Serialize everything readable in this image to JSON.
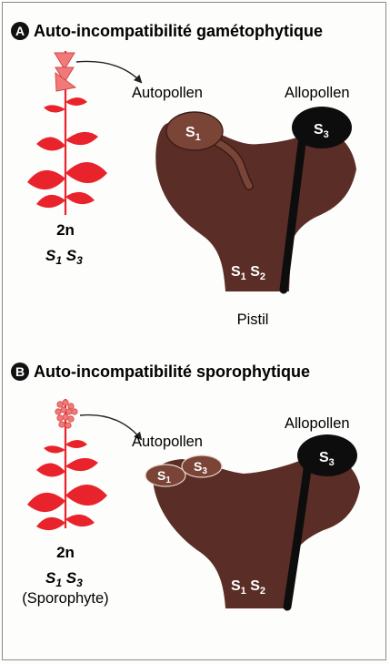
{
  "sections": [
    {
      "letter": "A",
      "title": "Auto-incompatibilité gamétophytique",
      "autopollen_label": "Autopollen",
      "allopollen_label": "Allopollen",
      "pollen_auto": "S",
      "pollen_auto_sub": "1",
      "pollen_allo": "S",
      "pollen_allo_sub": "3",
      "ploidy": "2n",
      "genotype_a": "S",
      "genotype_a_sub": "1",
      "genotype_b": "S",
      "genotype_b_sub": "3",
      "pistil_genotype_a": "S",
      "pistil_genotype_a_sub": "1",
      "pistil_genotype_b": "S",
      "pistil_genotype_b_sub": "2",
      "pistil_label": "Pistil"
    },
    {
      "letter": "B",
      "title": "Auto-incompatibilité sporophytique",
      "autopollen_label": "Autopollen",
      "allopollen_label": "Allopollen",
      "pollen_auto_1": "S",
      "pollen_auto_1_sub": "1",
      "pollen_auto_2": "S",
      "pollen_auto_2_sub": "3",
      "pollen_allo": "S",
      "pollen_allo_sub": "3",
      "ploidy": "2n",
      "genotype_a": "S",
      "genotype_a_sub": "1",
      "genotype_b": "S",
      "genotype_b_sub": "3",
      "plant_note": "(Sporophyte)",
      "pistil_genotype_a": "S",
      "pistil_genotype_a_sub": "1",
      "pistil_genotype_b": "S",
      "pistil_genotype_b_sub": "2"
    }
  ],
  "colors": {
    "pistil": "#5a2e26",
    "pollen_auto": "#7a4436",
    "pollen_allo": "#0d0d0d",
    "plant": "#e8232b",
    "flower": "#f07a7a"
  }
}
